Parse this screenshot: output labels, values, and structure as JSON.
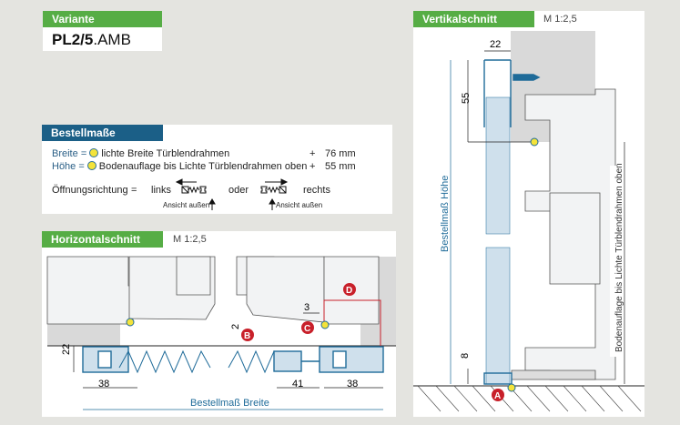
{
  "variante": {
    "header": "Variante",
    "model_bold": "PL2/5",
    "model_suffix": ".AMB"
  },
  "bestellmasse": {
    "header": "Bestellmaße",
    "rows": [
      {
        "label": "Breite",
        "eq": "=",
        "desc": "lichte Breite Türblendrahmen",
        "plus": "+",
        "value": "76 mm"
      },
      {
        "label": "Höhe",
        "eq": "=",
        "desc": "Bodenauflage bis Lichte Türblendrahmen oben",
        "plus": "+",
        "value": "55 mm"
      }
    ],
    "opening": {
      "label": "Öffnungsrichtung",
      "eq": "=",
      "left": "links",
      "or": "oder",
      "right": "rechts",
      "view_left": "Ansicht außen",
      "view_right": "Ansicht außen"
    }
  },
  "horizontal": {
    "header": "Horizontalschnitt",
    "scale": "M 1:2,5",
    "dims": {
      "d22": "22",
      "d38a": "38",
      "d41": "41",
      "d38b": "38",
      "d3": "3",
      "d2": "2",
      "total": "Bestellmaß Breite"
    },
    "markers": [
      "B",
      "C",
      "D"
    ]
  },
  "vertical": {
    "header": "Vertikalschnitt",
    "scale": "M 1:2,5",
    "dims": {
      "d22": "22",
      "d55": "55",
      "d8": "8",
      "height": "Bestellmaß Höhe",
      "clear": "Bodenauflage bis Lichte Türblendrahmen oben"
    },
    "markers": [
      "A"
    ]
  },
  "colors": {
    "green": "#56ad45",
    "blue_header": "#1b5f87",
    "profile_blue": "#1f6b99",
    "marker_red": "#c8202a",
    "marker_yellow": "#f4e33a"
  }
}
